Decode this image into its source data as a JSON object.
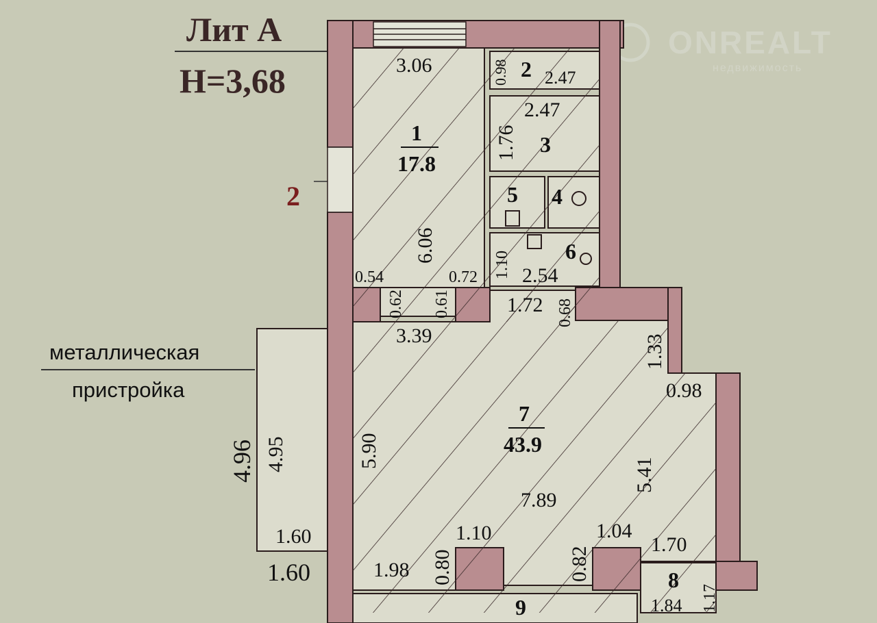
{
  "header": {
    "title": "Лит А",
    "height": "H=3,68"
  },
  "watermark": {
    "brand": "ONREALT",
    "sub": "недвижимость"
  },
  "annex": {
    "label_line1": "металлическая",
    "label_line2": "пристройка",
    "dim_outer_height": "4.96",
    "dim_inner_height": "4.95",
    "dim_inner_width": "1.60",
    "dim_outer_width": "1.60"
  },
  "side_marker": "2",
  "rooms": {
    "r1": {
      "number": "1",
      "area": "17.8",
      "dims": [
        "3.06",
        "6.06",
        "0.54",
        "0.62",
        "0.61",
        "0.72",
        "3.39"
      ]
    },
    "r2": {
      "number": "2",
      "dims": [
        "0.98",
        "2.47"
      ]
    },
    "r3": {
      "number": "3",
      "dims": [
        "2.47",
        "1.76"
      ]
    },
    "r4": {
      "number": "4"
    },
    "r5": {
      "number": "5"
    },
    "r6": {
      "number": "6",
      "dims": [
        "1.10",
        "2.54"
      ]
    },
    "r7": {
      "number": "7",
      "area": "43.9",
      "dims": [
        "1.72",
        "0.68",
        "1.33",
        "0.98",
        "5.90",
        "5.41",
        "7.89",
        "1.10",
        "1.98",
        "0.80",
        "0.82",
        "1.04"
      ]
    },
    "r8": {
      "number": "8",
      "dims": [
        "1.70",
        "1.84",
        "1.17"
      ]
    },
    "r9": {
      "number": "9"
    }
  },
  "colors": {
    "background": "#c8cab6",
    "wall": "#b98d90",
    "room": "#dcdccd",
    "line": "#2a1c1c"
  }
}
